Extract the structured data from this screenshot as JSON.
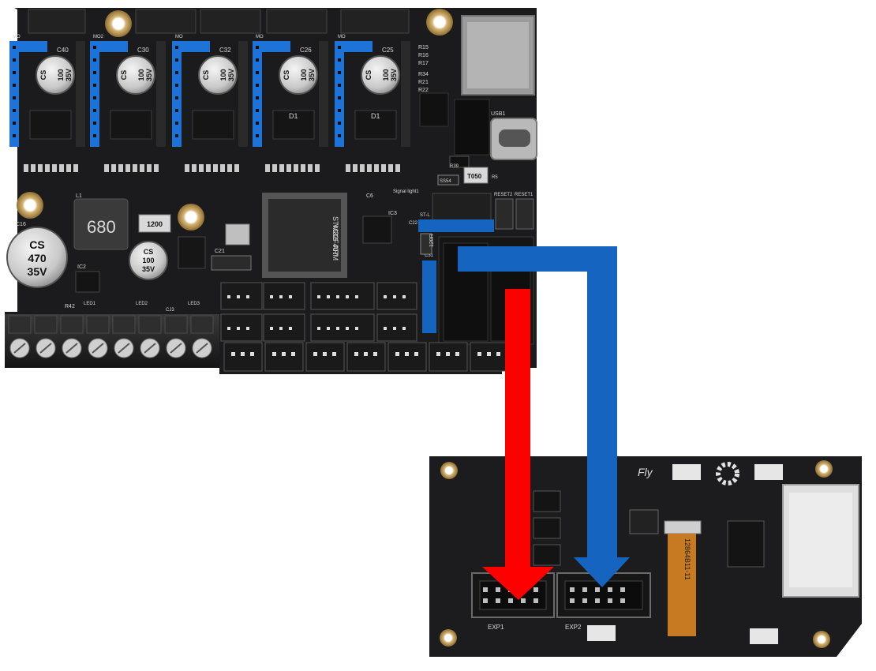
{
  "colors": {
    "page_background": "#ffffff",
    "pcb": "#1b1b1d",
    "driver_socket": "#1e73d8",
    "arrow_exp1": "#ff0000",
    "arrow_exp2": "#1565c0",
    "pin_header": "#1565c0"
  },
  "mainboard": {
    "driver_labels": [
      "MO",
      "MO2",
      "MO",
      "MO",
      "MO"
    ],
    "capacitor_labels": [
      "C40",
      "C30",
      "C32",
      "C26",
      "C25"
    ],
    "capacitor_small": {
      "brand": "CS",
      "value": "100",
      "voltage": "35V"
    },
    "capacitor_big": {
      "brand": "CS",
      "value": "470",
      "voltage": "35V"
    },
    "capacitor_mid": {
      "brand": "CS",
      "value": "100",
      "voltage": "35V"
    },
    "inductor_marking": "680",
    "mcu_lines": [
      "STM32F407",
      "VGT6",
      "ARM"
    ],
    "labels": {
      "r15": "R15",
      "r16": "R16",
      "r17": "R17",
      "r34": "R34",
      "r21": "R21",
      "r22": "R22",
      "usb": "USB1",
      "r39": "R39",
      "r5": "R5",
      "t050": "T050",
      "ss54": "SS54",
      "reset2": "RESET2",
      "reset1": "RESET1",
      "signal": "Signal light1",
      "ic3": "IC3",
      "st": "ST-L",
      "c22": "C22",
      "r120": "120R",
      "c31": "C31",
      "c6": "C6",
      "c21": "C21",
      "l1": "L1",
      "c16": "C16",
      "ic2": "IC2",
      "r42": "R42",
      "d1a": "D1",
      "d1b": "D1",
      "led1": "LED1",
      "led2": "LED2",
      "led3": "LED3",
      "cj3": "CJ3",
      "r1200": "1200"
    }
  },
  "display_board": {
    "brand": "Fly",
    "exp1_label": "EXP1",
    "exp2_label": "EXP2",
    "ribbon_marking": "12864B11-11"
  }
}
